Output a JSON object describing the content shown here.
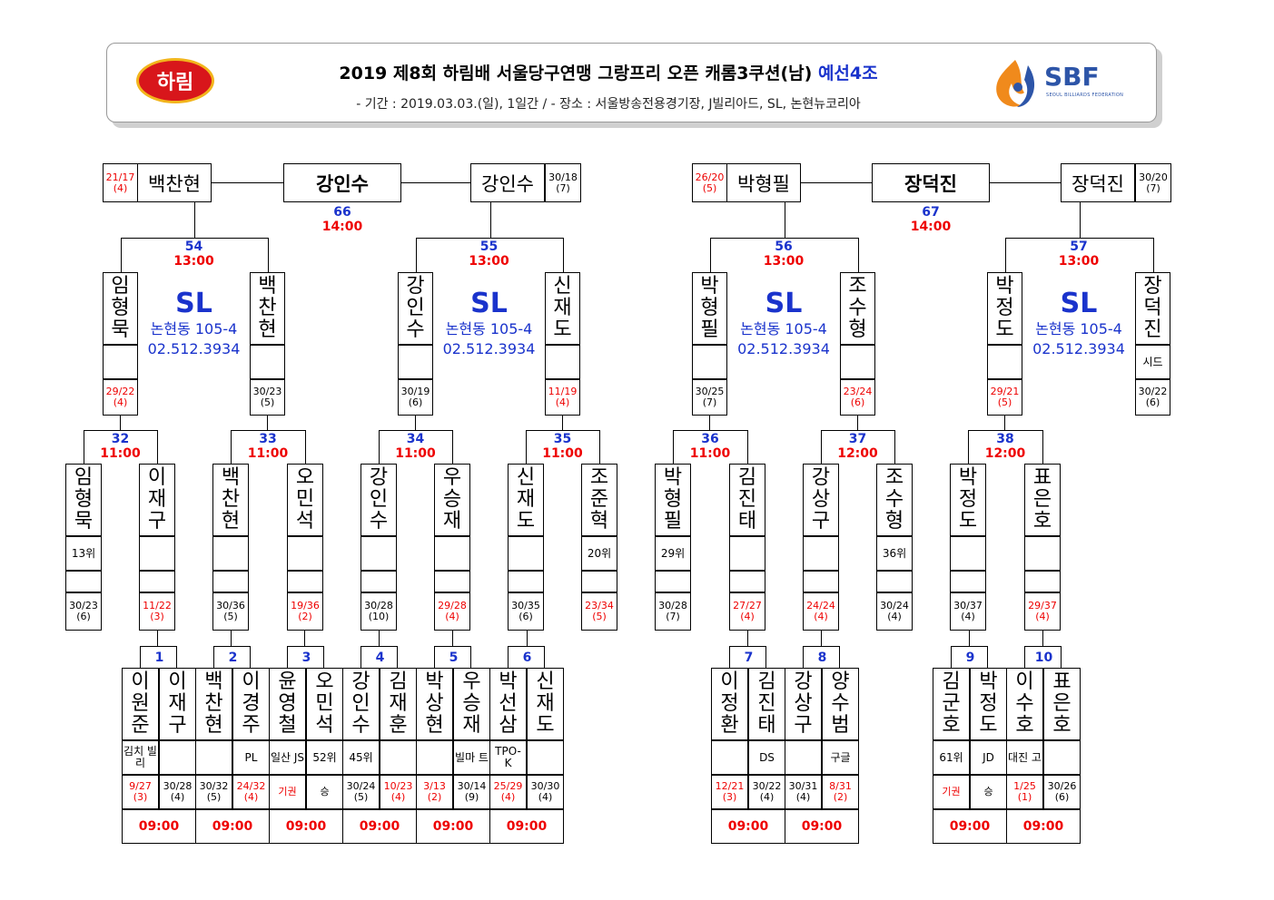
{
  "header": {
    "logo_left": "하림",
    "title_main": "2019 제8회 하림배 서울당구연맹 그랑프리 오픈 캐롬3쿠션(남)",
    "title_group": "예선4조",
    "subtitle": "- 기간 : 2019.03.03.(일), 1일간 / - 장소 : 서울방송전용경기장, J빌리아드, SL, 논현뉴코리아",
    "logo_right": "SBF",
    "logo_right_sub": "SEOUL BILLIARDS FEDERATION"
  },
  "finals": [
    {
      "no": "66",
      "time": "14:00",
      "winner": "강인수",
      "left": {
        "name": "백찬현",
        "score": "21/17",
        "inn": "(4)"
      },
      "right": {
        "name": "강인수",
        "score": "30/18",
        "inn": "(7)"
      }
    },
    {
      "no": "67",
      "time": "14:00",
      "winner": "장덕진",
      "left": {
        "name": "박형필",
        "score": "26/20",
        "inn": "(5)"
      },
      "right": {
        "name": "장덕진",
        "score": "30/20",
        "inn": "(7)"
      }
    }
  ],
  "venue": {
    "name": "SL",
    "addr": "논현동 105-4",
    "phone": "02.512.3934"
  },
  "round3": [
    {
      "no": "54",
      "time": "13:00",
      "a": {
        "name": "임형묵",
        "note": "",
        "score": "29/22",
        "inn": "(4)",
        "red": true
      },
      "b": {
        "name": "백찬현",
        "note": "",
        "score": "30/23",
        "inn": "(5)",
        "red": false
      }
    },
    {
      "no": "55",
      "time": "13:00",
      "a": {
        "name": "강인수",
        "note": "",
        "score": "30/19",
        "inn": "(6)",
        "red": false
      },
      "b": {
        "name": "신재도",
        "note": "",
        "score": "11/19",
        "inn": "(4)",
        "red": true
      }
    },
    {
      "no": "56",
      "time": "13:00",
      "a": {
        "name": "박형필",
        "note": "",
        "score": "30/25",
        "inn": "(7)",
        "red": false
      },
      "b": {
        "name": "조수형",
        "note": "",
        "score": "23/24",
        "inn": "(6)",
        "red": true
      }
    },
    {
      "no": "57",
      "time": "13:00",
      "a": {
        "name": "박정도",
        "note": "",
        "score": "29/21",
        "inn": "(5)",
        "red": true
      },
      "b": {
        "name": "장덕진",
        "note": "시드",
        "score": "30/22",
        "inn": "(6)",
        "red": false
      }
    }
  ],
  "round2": [
    {
      "no": "32",
      "time": "11:00",
      "a": {
        "name": "임형묵",
        "note": "13위",
        "score": "30/23",
        "inn": "(6)",
        "red": false
      },
      "b": {
        "name": "이재구",
        "note": "",
        "score": "11/22",
        "inn": "(3)",
        "red": true
      }
    },
    {
      "no": "33",
      "time": "11:00",
      "a": {
        "name": "백찬현",
        "note": "",
        "score": "30/36",
        "inn": "(5)",
        "red": false
      },
      "b": {
        "name": "오민석",
        "note": "",
        "score": "19/36",
        "inn": "(2)",
        "red": true
      }
    },
    {
      "no": "34",
      "time": "11:00",
      "a": {
        "name": "강인수",
        "note": "",
        "score": "30/28",
        "inn": "(10)",
        "red": false
      },
      "b": {
        "name": "우승재",
        "note": "",
        "score": "29/28",
        "inn": "(4)",
        "red": true
      }
    },
    {
      "no": "35",
      "time": "11:00",
      "a": {
        "name": "신재도",
        "note": "",
        "score": "30/35",
        "inn": "(6)",
        "red": false
      },
      "b": {
        "name": "조준혁",
        "note": "20위",
        "score": "23/34",
        "inn": "(5)",
        "red": true
      }
    },
    {
      "no": "36",
      "time": "11:00",
      "a": {
        "name": "박형필",
        "note": "29위",
        "score": "30/28",
        "inn": "(7)",
        "red": false
      },
      "b": {
        "name": "김진태",
        "note": "",
        "score": "27/27",
        "inn": "(4)",
        "red": true
      }
    },
    {
      "no": "37",
      "time": "12:00",
      "a": {
        "name": "강상구",
        "note": "",
        "score": "24/24",
        "inn": "(4)",
        "red": true
      },
      "b": {
        "name": "조수형",
        "note": "36위",
        "score": "30/24",
        "inn": "(4)",
        "red": false
      }
    },
    {
      "no": "38",
      "time": "12:00",
      "a": {
        "name": "박정도",
        "note": "",
        "score": "30/37",
        "inn": "(4)",
        "red": false
      },
      "b": {
        "name": "표은호",
        "note": "",
        "score": "29/37",
        "inn": "(4)",
        "red": true
      }
    }
  ],
  "round1": [
    {
      "no": "1",
      "time": "09:00",
      "a": {
        "name": "이원준",
        "note": "김치 빌리",
        "score": "9/27",
        "inn": "(3)",
        "red": true
      },
      "b": {
        "name": "이재구",
        "note": "",
        "score": "30/28",
        "inn": "(4)",
        "red": false
      }
    },
    {
      "no": "2",
      "time": "09:00",
      "a": {
        "name": "백찬현",
        "note": "",
        "score": "30/32",
        "inn": "(5)",
        "red": false
      },
      "b": {
        "name": "이경주",
        "note": "PL",
        "score": "24/32",
        "inn": "(4)",
        "red": true
      }
    },
    {
      "no": "3",
      "time": "09:00",
      "a": {
        "name": "윤영철",
        "note": "일산 JS",
        "score": "기권",
        "inn": "",
        "red": true
      },
      "b": {
        "name": "오민석",
        "note": "52위",
        "score": "승",
        "inn": "",
        "red": false
      }
    },
    {
      "no": "4",
      "time": "09:00",
      "a": {
        "name": "강인수",
        "note": "45위",
        "score": "30/24",
        "inn": "(5)",
        "red": false
      },
      "b": {
        "name": "김재훈",
        "note": "",
        "score": "10/23",
        "inn": "(4)",
        "red": true
      }
    },
    {
      "no": "5",
      "time": "09:00",
      "a": {
        "name": "박상현",
        "note": "",
        "score": "3/13",
        "inn": "(2)",
        "red": true
      },
      "b": {
        "name": "우승재",
        "note": "빌마 트",
        "score": "30/14",
        "inn": "(9)",
        "red": false
      }
    },
    {
      "no": "6",
      "time": "09:00",
      "a": {
        "name": "박선삼",
        "note": "TPO- K",
        "score": "25/29",
        "inn": "(4)",
        "red": true
      },
      "b": {
        "name": "신재도",
        "note": "",
        "score": "30/30",
        "inn": "(4)",
        "red": false
      }
    },
    {
      "no": "7",
      "time": "09:00",
      "a": {
        "name": "이정환",
        "note": "",
        "score": "12/21",
        "inn": "(3)",
        "red": true
      },
      "b": {
        "name": "김진태",
        "note": "DS",
        "score": "30/22",
        "inn": "(4)",
        "red": false
      }
    },
    {
      "no": "8",
      "time": "09:00",
      "a": {
        "name": "강상구",
        "note": "",
        "score": "30/31",
        "inn": "(4)",
        "red": false
      },
      "b": {
        "name": "양수범",
        "note": "구글",
        "score": "8/31",
        "inn": "(2)",
        "red": true
      }
    },
    {
      "no": "9",
      "time": "09:00",
      "a": {
        "name": "김군호",
        "note": "61위",
        "score": "기권",
        "inn": "",
        "red": true
      },
      "b": {
        "name": "박정도",
        "note": "JD",
        "score": "승",
        "inn": "",
        "red": false
      }
    },
    {
      "no": "10",
      "time": "09:00",
      "a": {
        "name": "이수호",
        "note": "대진 고",
        "score": "1/25",
        "inn": "(1)",
        "red": true
      },
      "b": {
        "name": "표은호",
        "note": "",
        "score": "30/26",
        "inn": "(6)",
        "red": false
      }
    }
  ]
}
